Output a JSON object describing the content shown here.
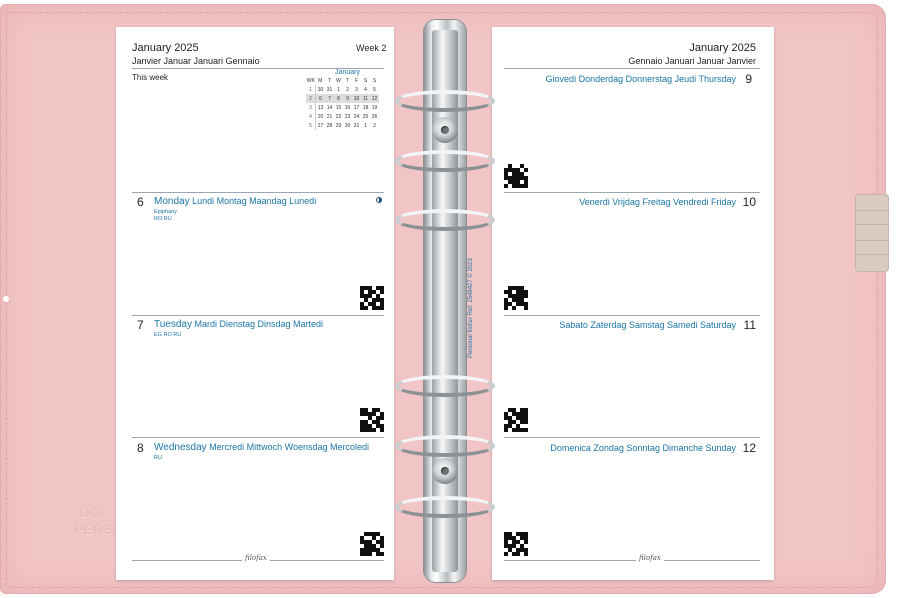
{
  "cover": {
    "emboss_line1": "DO",
    "emboss_line2": "PERSO"
  },
  "left": {
    "month": "January 2025",
    "week": "Week 2",
    "languages": "Janvier Januar Januari Gennaio",
    "this_week": "This week",
    "mini_calendar": {
      "title": "January",
      "headers": [
        "WK",
        "M",
        "T",
        "W",
        "T",
        "F",
        "S",
        "S"
      ],
      "rows": [
        [
          "1",
          "30",
          "31",
          "1",
          "2",
          "3",
          "4",
          "5"
        ],
        [
          "2",
          "6",
          "7",
          "8",
          "9",
          "10",
          "11",
          "12"
        ],
        [
          "3",
          "13",
          "14",
          "15",
          "16",
          "17",
          "18",
          "19"
        ],
        [
          "4",
          "20",
          "21",
          "22",
          "23",
          "24",
          "25",
          "26"
        ],
        [
          "5",
          "27",
          "28",
          "29",
          "30",
          "31",
          "1",
          "2"
        ]
      ]
    },
    "days": [
      {
        "num": "6",
        "name": "Monday",
        "others": "Lundi Montag Maandag Lunedi",
        "note": "Epiphany",
        "holidays": "RO  RU"
      },
      {
        "num": "7",
        "name": "Tuesday",
        "others": "Mardi Dienstag Dinsdag Martedi",
        "note": "",
        "holidays": "EG  RO  RU"
      },
      {
        "num": "8",
        "name": "Wednesday",
        "others": "Mercredi Mittwoch Woensdag Mercoledi",
        "note": "",
        "holidays": "RU"
      }
    ],
    "footer_logo": "filofax"
  },
  "right": {
    "month": "January 2025",
    "languages": "Gennaio Januari Januar Janvier",
    "days": [
      {
        "num": "9",
        "label": "Giovedi Donderdag Donnerstag Jeudi Thursday"
      },
      {
        "num": "10",
        "label": "Venerdi Vrijdag Freitag Vendredi Friday"
      },
      {
        "num": "11",
        "label": "Sabato Zaterdag Samstag Samedi Saturday"
      },
      {
        "num": "12",
        "label": "Domenica Zondag Sonntag Dimanche Sunday"
      }
    ],
    "footer_logo": "filofax"
  },
  "spine": {
    "text": "Personal  filofax  Ref: 2548427  © 2023"
  }
}
